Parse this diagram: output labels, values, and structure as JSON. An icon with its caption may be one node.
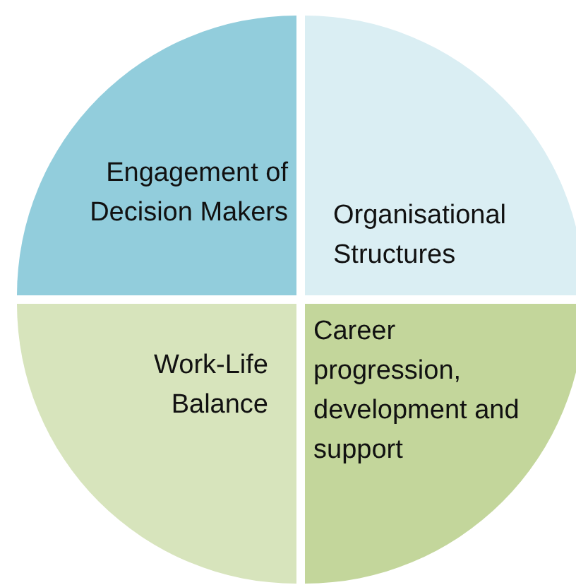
{
  "diagram": {
    "nodes": [
      {
        "text": [
          "Engagement of Decision Makers"
        ]
      },
      {
        "text": [
          "Organisational Structures"
        ]
      },
      {
        "text": [
          "Work-Life Balance"
        ]
      },
      {
        "text": [
          "Career progression, development and support"
        ]
      }
    ]
  }
}
